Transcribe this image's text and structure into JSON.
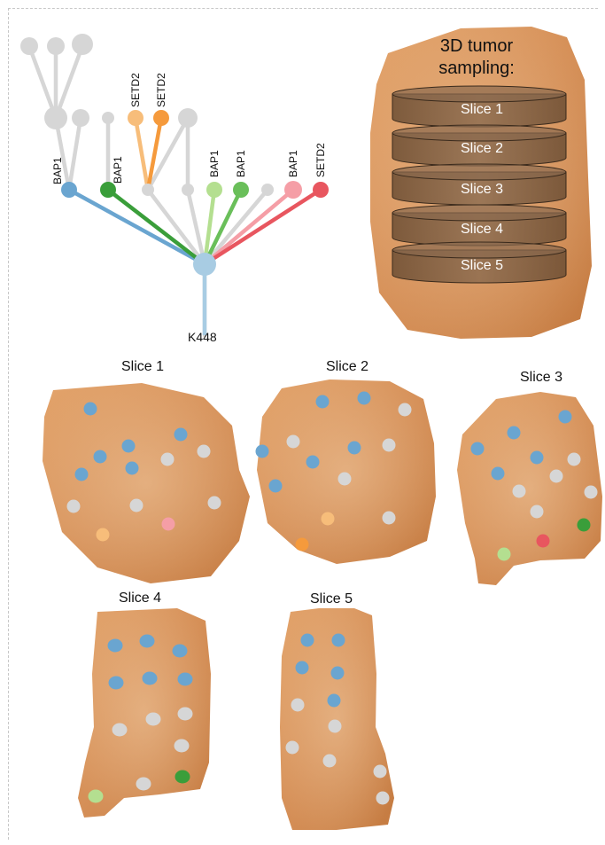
{
  "colors": {
    "grey": "#d6d6d6",
    "blue": "#6aa5d0",
    "light_blue": "#a8cce3",
    "dark_green": "#3a9e3a",
    "green": "#6abf5a",
    "light_green": "#b4df90",
    "orange": "#f59a3c",
    "light_orange": "#f7bd7a",
    "pink": "#f59ea6",
    "red": "#e8565f",
    "tissue": "#d08c54",
    "disc": "#7a5a3e"
  },
  "tree": {
    "root_label": "K448",
    "branch_labels": {
      "bap1_blue": "BAP1",
      "bap1_dark_green": "BAP1",
      "setd2_light_orange": "SETD2",
      "setd2_orange": "SETD2",
      "bap1_light_green": "BAP1",
      "bap1_green": "BAP1",
      "bap1_pink": "BAP1",
      "setd2_red": "SETD2"
    }
  },
  "tumor": {
    "title_line1": "3D tumor",
    "title_line2": "sampling:",
    "slices": [
      "Slice 1",
      "Slice 2",
      "Slice 3",
      "Slice 4",
      "Slice 5"
    ]
  },
  "slices": {
    "slice1": "Slice 1",
    "slice2": "Slice 2",
    "slice3": "Slice 3",
    "slice4": "Slice 4",
    "slice5": "Slice 5"
  }
}
